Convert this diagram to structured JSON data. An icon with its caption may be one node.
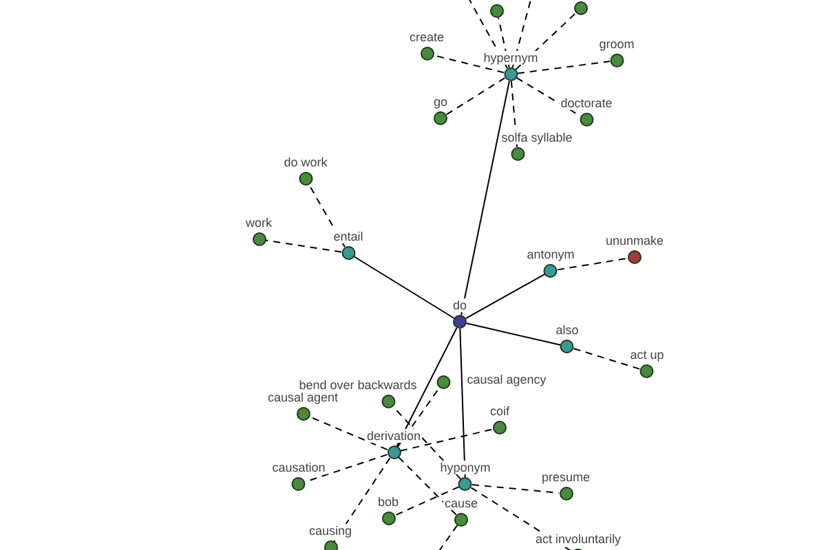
{
  "diagram": {
    "nodes": [
      {
        "text": [
          "do"
        ]
      },
      {
        "text": [
          "hypernym"
        ]
      },
      {
        "text": [],
        "shape": "circle"
      },
      {
        "text": [],
        "shape": "circle"
      },
      {
        "text": [
          "create"
        ]
      },
      {
        "text": [
          "groom"
        ]
      },
      {
        "text": [
          "go"
        ]
      },
      {
        "text": [
          "doctorate"
        ]
      },
      {
        "text": [
          "solfa syllable"
        ]
      },
      {
        "text": [
          "entail"
        ]
      },
      {
        "text": [
          "do work"
        ]
      },
      {
        "text": [
          "work"
        ]
      },
      {
        "text": [
          "antonym"
        ]
      },
      {
        "text": [
          "ununmake"
        ]
      },
      {
        "text": [
          "also"
        ]
      },
      {
        "text": [
          "act up"
        ]
      },
      {
        "text": [
          "causal agency"
        ]
      },
      {
        "text": [
          "bend over backwards"
        ]
      },
      {
        "text": [
          "causal agent"
        ]
      },
      {
        "text": [
          "coif"
        ]
      },
      {
        "text": [
          "derivation"
        ]
      },
      {
        "text": [
          "causation"
        ]
      },
      {
        "text": [
          "hyponym"
        ]
      },
      {
        "text": [
          "presume"
        ]
      },
      {
        "text": [
          "bob"
        ]
      },
      {
        "text": [
          "cause"
        ]
      },
      {
        "text": [
          "causing"
        ]
      },
      {
        "text": [
          "act involuntarily"
        ]
      }
    ],
    "edges": [
      {
        "from": 0,
        "to": 1,
        "arrow": "none"
      },
      {
        "from": 0,
        "to": 9,
        "arrow": "none"
      },
      {
        "from": 0,
        "to": 12,
        "arrow": "none"
      },
      {
        "from": 0,
        "to": 14,
        "arrow": "none"
      },
      {
        "from": 0,
        "to": 20,
        "arrow": "none"
      },
      {
        "from": 0,
        "to": 22,
        "arrow": "none"
      },
      {
        "from": 1,
        "to": 2,
        "arrow": "none",
        "style": "dashed"
      },
      {
        "from": 1,
        "to": 3,
        "arrow": "none",
        "style": "dashed"
      },
      {
        "from": 1,
        "to": 4,
        "arrow": "none",
        "style": "dashed"
      },
      {
        "from": 1,
        "to": 5,
        "arrow": "none",
        "style": "dashed"
      },
      {
        "from": 1,
        "to": 6,
        "arrow": "none",
        "style": "dashed"
      },
      {
        "from": 1,
        "to": 7,
        "arrow": "none",
        "style": "dashed"
      },
      {
        "from": 1,
        "to": 8,
        "arrow": "none",
        "style": "dashed"
      },
      {
        "from": 1,
        "to": null,
        "arrow": "none",
        "style": "dashed"
      },
      {
        "from": 1,
        "to": null,
        "arrow": "none",
        "style": "dashed"
      },
      {
        "from": 9,
        "to": 10,
        "arrow": "none",
        "style": "dashed"
      },
      {
        "from": 9,
        "to": 11,
        "arrow": "none",
        "style": "dashed"
      },
      {
        "from": 12,
        "to": 13,
        "arrow": "none",
        "style": "dashed"
      },
      {
        "from": 14,
        "to": 15,
        "arrow": "none",
        "style": "dashed"
      },
      {
        "from": 20,
        "to": 16,
        "arrow": "none",
        "style": "dashed"
      },
      {
        "from": 20,
        "to": 18,
        "arrow": "none",
        "style": "dashed"
      },
      {
        "from": 20,
        "to": 21,
        "arrow": "none",
        "style": "dashed"
      },
      {
        "from": 20,
        "to": 26,
        "arrow": "none",
        "style": "dashed"
      },
      {
        "from": 20,
        "to": 19,
        "arrow": "none",
        "style": "dashed"
      },
      {
        "from": 20,
        "to": 25,
        "arrow": "none",
        "style": "dashed"
      },
      {
        "from": 22,
        "to": 17,
        "arrow": "none",
        "style": "dashed"
      },
      {
        "from": 22,
        "to": 23,
        "arrow": "none",
        "style": "dashed"
      },
      {
        "from": 22,
        "to": 24,
        "arrow": "none",
        "style": "dashed"
      },
      {
        "from": 22,
        "to": 27,
        "arrow": "none",
        "style": "dashed"
      },
      {
        "from": 25,
        "to": null,
        "arrow": "none",
        "style": "dashed"
      }
    ]
  }
}
